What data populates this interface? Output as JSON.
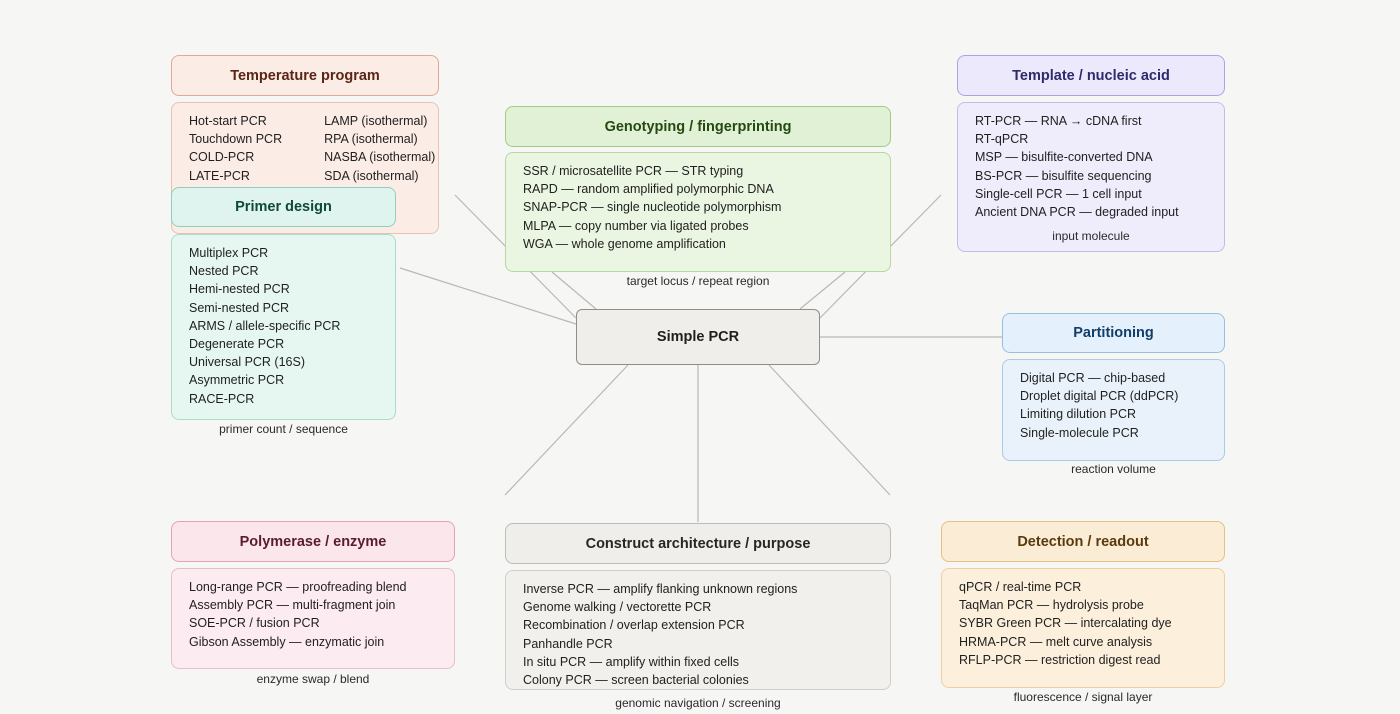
{
  "center": {
    "label": "Simple PCR"
  },
  "groups": {
    "temperature": {
      "title": "Temperature program",
      "col1": [
        "Hot-start PCR",
        "Touchdown PCR",
        "COLD-PCR",
        "LATE-PCR"
      ],
      "col2": [
        "LAMP (isothermal)",
        "RPA (isothermal)",
        "NASBA (isothermal)",
        "SDA (isothermal)"
      ]
    },
    "primer": {
      "title": "Primer design",
      "items": [
        "Multiplex PCR",
        "Nested PCR",
        "Hemi-nested PCR",
        "Semi-nested PCR",
        "ARMS / allele-specific PCR",
        "Degenerate PCR",
        "Universal PCR (16S)",
        "Asymmetric PCR",
        "RACE-PCR"
      ],
      "caption": "primer count / sequence"
    },
    "genotyping": {
      "title": "Genotyping / fingerprinting",
      "items": [
        "SSR / microsatellite PCR — STR typing",
        "RAPD — random amplified polymorphic DNA",
        "SNAP-PCR — single nucleotide polymorphism",
        "MLPA — copy number via ligated probes",
        "WGA — whole genome amplification"
      ],
      "caption": "target locus / repeat region"
    },
    "template": {
      "title": "Template / nucleic acid",
      "items": [
        "RT-PCR — RNA → cDNA first",
        "RT-qPCR",
        "MSP — bisulfite-converted DNA",
        "BS-PCR — bisulfite sequencing",
        "Single-cell PCR — 1 cell input",
        "Ancient DNA PCR — degraded input"
      ],
      "caption": "input molecule"
    },
    "partitioning": {
      "title": "Partitioning",
      "items": [
        "Digital PCR — chip-based",
        "Droplet digital PCR (ddPCR)",
        "Limiting dilution PCR",
        "Single-molecule PCR"
      ],
      "caption": "reaction volume"
    },
    "polymerase": {
      "title": "Polymerase / enzyme",
      "items": [
        "Long-range PCR — proofreading blend",
        "Assembly PCR — multi-fragment join",
        "SOE-PCR / fusion PCR",
        "Gibson Assembly — enzymatic join"
      ],
      "caption": "enzyme swap / blend"
    },
    "construct": {
      "title": "Construct architecture / purpose",
      "items": [
        "Inverse PCR — amplify flanking unknown regions",
        "Genome walking / vectorette PCR",
        "Recombination / overlap extension PCR",
        "Panhandle PCR",
        "In situ PCR — amplify within fixed cells",
        "Colony PCR — screen bacterial colonies"
      ],
      "caption": "genomic navigation / screening"
    },
    "detection": {
      "title": "Detection / readout",
      "items": [
        "qPCR / real-time PCR",
        "TaqMan PCR — hydrolysis probe",
        "SYBR Green PCR — intercalating dye",
        "HRMA-PCR — melt curve analysis",
        "RFLP-PCR — restriction digest read"
      ],
      "caption": "fluorescence / signal layer"
    }
  }
}
